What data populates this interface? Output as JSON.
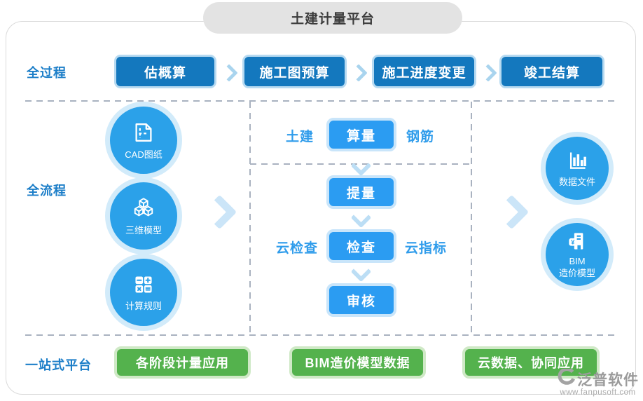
{
  "header": {
    "title": "土建计量平台"
  },
  "rows": {
    "process": {
      "label": "全过程",
      "steps": [
        "估概算",
        "施工图预算",
        "施工进度变更",
        "竣工结算"
      ]
    },
    "flow": {
      "label": "全流程",
      "inputs": [
        {
          "label": "CAD图纸",
          "icon": "cad-drawing-icon"
        },
        {
          "label": "三维模型",
          "icon": "cubes-3d-icon"
        },
        {
          "label": "计算规则",
          "icon": "calculator-icon"
        }
      ],
      "measure": {
        "left_label": "土建",
        "button": "算量",
        "right_label": "钢筋"
      },
      "pipeline": [
        {
          "button": "提量"
        },
        {
          "button": "检查",
          "left_label": "云检查",
          "right_label": "云指标"
        },
        {
          "button": "审核"
        }
      ],
      "outputs": [
        {
          "label": "数据文件",
          "icon": "bar-chart-icon"
        },
        {
          "label": "BIM",
          "label2": "造价模型",
          "icon": "bim-cost-model-icon"
        }
      ]
    },
    "platform": {
      "label": "一站式平台",
      "items": [
        "各阶段计量应用",
        "BIM造价模型数据",
        "云数据、协同应用"
      ]
    }
  },
  "watermark": {
    "brand": "泛普软件",
    "url": "www.fanpusoft.com"
  },
  "colors": {
    "process_button": "#1478be",
    "flow_button": "#2b9cf2",
    "circle": "#2ba1e9",
    "green_button": "#54b24d",
    "label_blue": "#1c7ec8",
    "side_label_blue": "#2f9ceb",
    "dashed_line": "#a9b2c0",
    "pill_bg": "#e3e3e3"
  }
}
